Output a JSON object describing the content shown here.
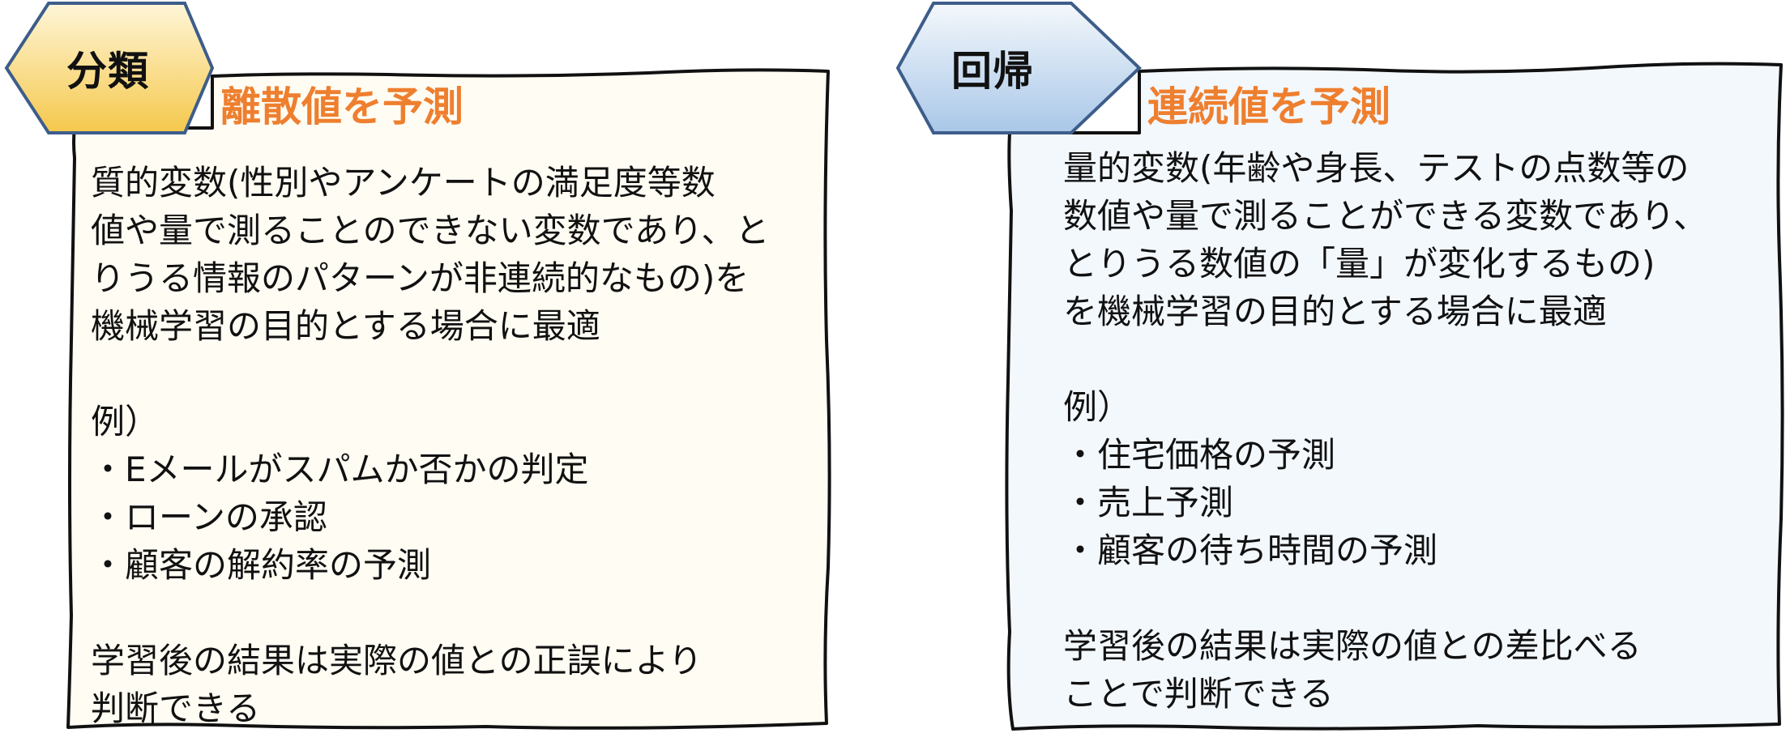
{
  "colors": {
    "accent_orange": "#EE7F2F",
    "text": "#111111",
    "left_card_bg": "#FFFCF3",
    "right_card_bg": "#F3F8FD",
    "left_hex_top": "#FFF6D8",
    "left_hex_bottom": "#F5C84C",
    "right_hex_top": "#F4F8FC",
    "right_hex_bottom": "#A9C7E8",
    "hex_border": "#3D5D8A"
  },
  "classification": {
    "label": "分類",
    "subtitle": "離散値を予測",
    "description": [
      "質的変数(性別やアンケートの満足度等数",
      "値や量で測ることのできない変数であり、と",
      "りうる情報のパターンが非連続的なもの)を",
      "機械学習の目的とする場合に最適"
    ],
    "examples_heading": "例）",
    "examples": [
      "・Eメールがスパムか否かの判定",
      "・ローンの承認",
      "・顧客の解約率の予測"
    ],
    "evaluation": [
      "学習後の結果は実際の値との正誤により",
      "判断できる"
    ]
  },
  "regression": {
    "label": "回帰",
    "subtitle": "連続値を予測",
    "description": [
      "量的変数(年齢や身長、テストの点数等の",
      "数値や量で測ることができる変数であり、",
      "とりうる数値の「量」が変化するもの)",
      "を機械学習の目的とする場合に最適"
    ],
    "examples_heading": "例）",
    "examples": [
      "・住宅価格の予測",
      "・売上予測",
      "・顧客の待ち時間の予測"
    ],
    "evaluation": [
      "学習後の結果は実際の値との差比べる",
      "ことで判断できる"
    ]
  }
}
